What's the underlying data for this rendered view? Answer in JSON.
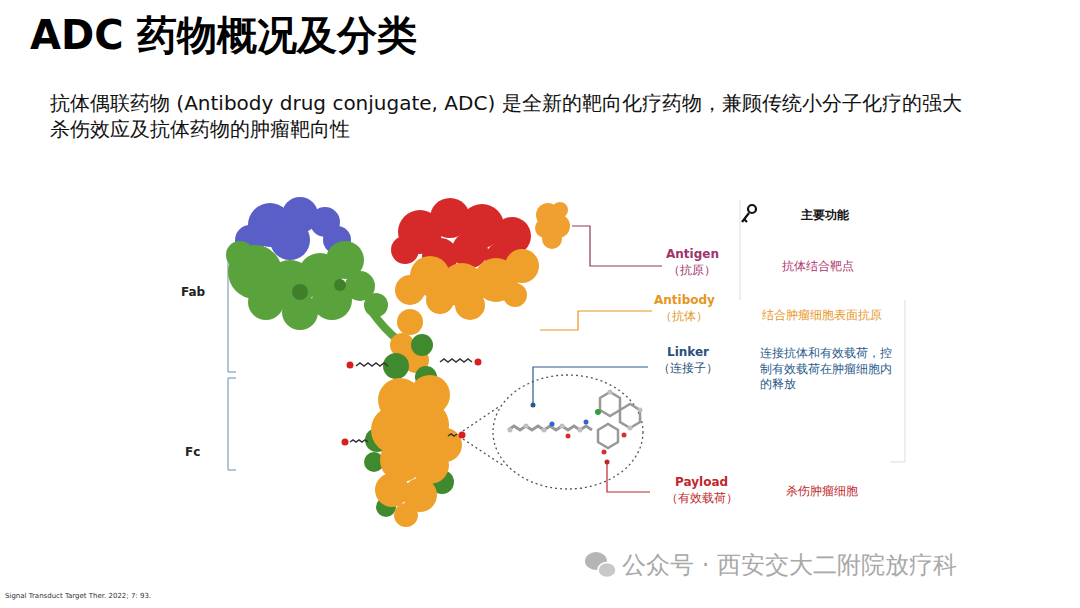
{
  "diagram": {
    "title": "ADC 药物概况及分类",
    "labels": [
      "抗体偶联药物 (Antibody drug conjugate, ADC) 是全新的靶向化疗药物，兼顾传统小分子化疗的强大杀伤效应及抗体药物的肿瘤靶向性",
      "Fab",
      "Fc",
      "主要功能",
      "Antigen",
      "（抗原）",
      "抗体结合靶点",
      "Antibody",
      "（抗体）",
      "结合肿瘤细胞表面抗原",
      "Linker",
      "（连接子）",
      "连接抗体和有效载荷，控制有效载荷在肿瘤细胞内的释放",
      "Payload",
      "（有效载荷）",
      "杀伤肿瘤细胞",
      "公众号 · 西安交大二附院放疗科",
      "Signal Transduct Target Ther. 2022; 7: 93."
    ]
  }
}
